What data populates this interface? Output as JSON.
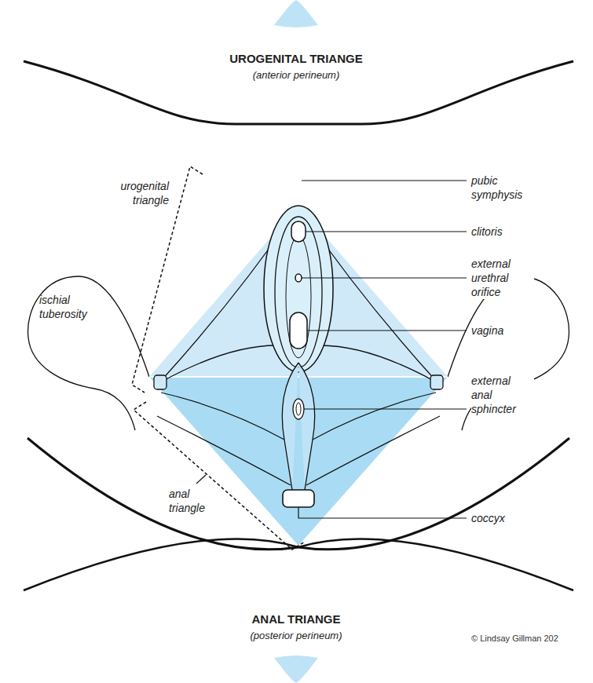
{
  "diagram": {
    "labels": [
      "UROGENITAL TRIANGE",
      "(anterior perineum)",
      "pubic symphysis",
      "urogenital triangle",
      "clitoris",
      "external urethral orifice",
      "vagina",
      "ischial tuberosity",
      "external anal sphincter",
      "anal triangle",
      "coccyx",
      "ANAL TRIANGE",
      "(posterior perineum)",
      "© Lindsay Gillman 202"
    ]
  }
}
